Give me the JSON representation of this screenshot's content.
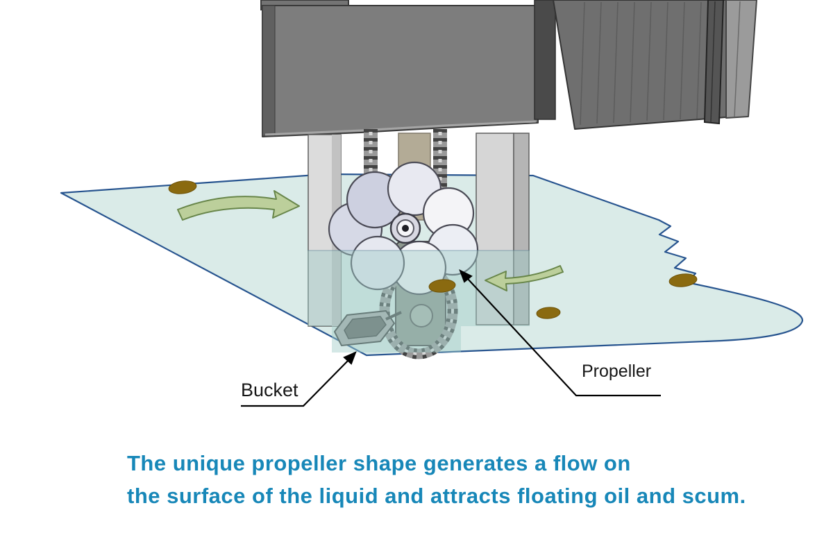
{
  "labels": {
    "bucket": "Bucket",
    "propeller": "Propeller"
  },
  "caption": {
    "line1": "The unique propeller shape generates a flow on",
    "line2": "the surface of the liquid and attracts floating oil and scum.",
    "color": "#1787b8"
  },
  "colors": {
    "water_fill": "#cfe6e1",
    "water_outline": "#27548f",
    "underwater_tint": "rgba(160,205,200,0.45)",
    "oil_spot": "#8a6a10",
    "oil_spot_outline": "#6d5208",
    "flow_arrow_fill": "#bccf9b",
    "flow_arrow_outline": "#68864a",
    "machine_body": "#7d7d7d",
    "machine_side": "#606060",
    "leg_fill": "#d9d9d9",
    "chain_base": "#999999",
    "chain_link": "#424242",
    "propeller_hub_dark": "#1e1e24",
    "label_text": "#161616"
  }
}
